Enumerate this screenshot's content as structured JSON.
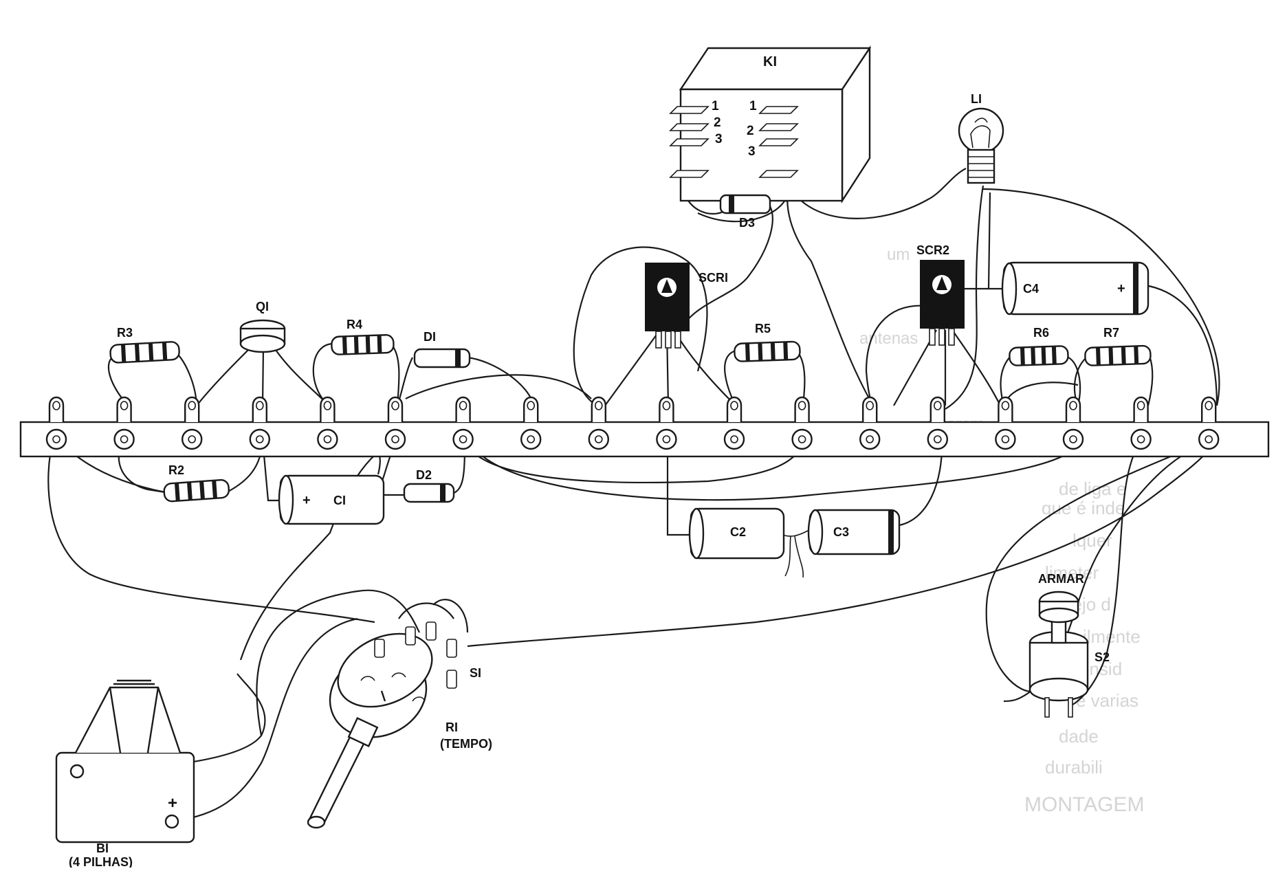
{
  "labels": {
    "k1": "KI",
    "relay_left_pins": [
      "1",
      "2",
      "3"
    ],
    "relay_right_pins": [
      "1",
      "2",
      "3"
    ],
    "d3": "D3",
    "l1": "LI",
    "scr2": "SCR2",
    "scr1": "SCRI",
    "c4": "C4",
    "c4_polarity": "+",
    "q1": "QI",
    "r3": "R3",
    "r4": "R4",
    "d1": "DI",
    "r5": "R5",
    "r6": "R6",
    "r7": "R7",
    "r2": "R2",
    "c1": "CI",
    "c1_polarity": "+",
    "d2": "D2",
    "c2": "C2",
    "c3": "C3",
    "armar": "ARMAR",
    "s2": "S2",
    "s1": "SI",
    "r1": "RI",
    "r1_sub": "(TEMPO)",
    "b1": "BI",
    "b1_sub": "(4 PILHAS)",
    "b1_polarity": "+"
  },
  "bleed_through": {
    "lines": [
      "um",
      "antenas",
      "estarem",
      "de liga e",
      "que é inde",
      "lquer",
      "limeter",
      "nejo d",
      "ilmente",
      "onsid",
      "e varias",
      "dade",
      "durabili",
      "MONTAGEM"
    ]
  }
}
